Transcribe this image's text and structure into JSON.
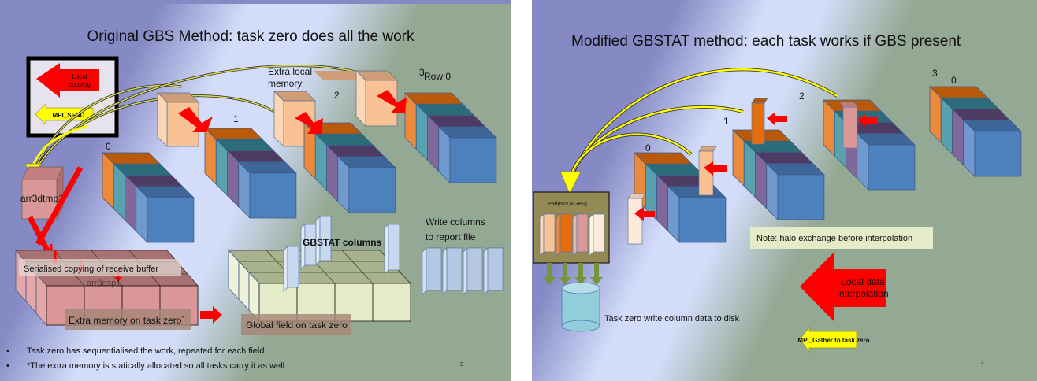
{
  "slides": [
    {
      "title": "Original GBS Method: task zero does all the work",
      "legend": {
        "local_copying": [
          "Local",
          "copying"
        ],
        "mpi_send": "MPI_SEND"
      },
      "labels": {
        "extra_local_memory": [
          "Extra local",
          "memory"
        ],
        "row0": "Row 0",
        "task0": "0",
        "task1": "1",
        "task2": "2",
        "task3": "3",
        "arr3dtmp1": "arr3dtmp1",
        "arr3dsp1": "arr3dsp1",
        "serialised": "Serialised copying of receive buffer",
        "extra_memory": "Extra memory on task zero",
        "extra_memory_mark": "*",
        "global_field": "Global field on task zero",
        "gbstat_columns": "GBSTAT columns",
        "write_columns": [
          "Write columns",
          "to report file"
        ]
      },
      "bullets": [
        "Task zero has sequentialised the work, repeated for each field",
        "*The extra memory is statically allocated so all tasks carry it as well"
      ],
      "page_number": "3"
    },
    {
      "title": "Modified GBSTAT method: each task works if GBS present",
      "labels": {
        "task0": "0",
        "task1": "1",
        "task2": "2",
        "task3": "3",
        "row0": "0",
        "p3d": "P3d(NIV,NGBS)",
        "note": "Note: halo exchange before interpolation",
        "local_interp": [
          "Local data",
          "interpolation"
        ],
        "mpi_gather": "MPI_Gather to task zero",
        "disk": "Task zero write column data to disk"
      },
      "page_number": "4"
    }
  ],
  "colors": {
    "bg_purple": "#8589c4",
    "bg_light": "#d3ddfa",
    "bg_green": "#94a993",
    "red": "#ff0000",
    "yellow": "#ffff00",
    "peach": "#f9c294",
    "orange_top": "#b95a0a",
    "orange_side": "#ec8a3c",
    "teal_top": "#2c6b7a",
    "teal_face": "#58a1ae",
    "purple_top": "#4e3b63",
    "purple_face": "#80699a",
    "blue_top": "#3e6698",
    "blue_face": "#4d81bd",
    "blue_side": "#6f9ad0",
    "pink": "#da9797",
    "pale_green": "#e3ebc8",
    "pale_blue": "#c8d8ef",
    "olive": "#948a54",
    "cyan": "#92cddc"
  }
}
